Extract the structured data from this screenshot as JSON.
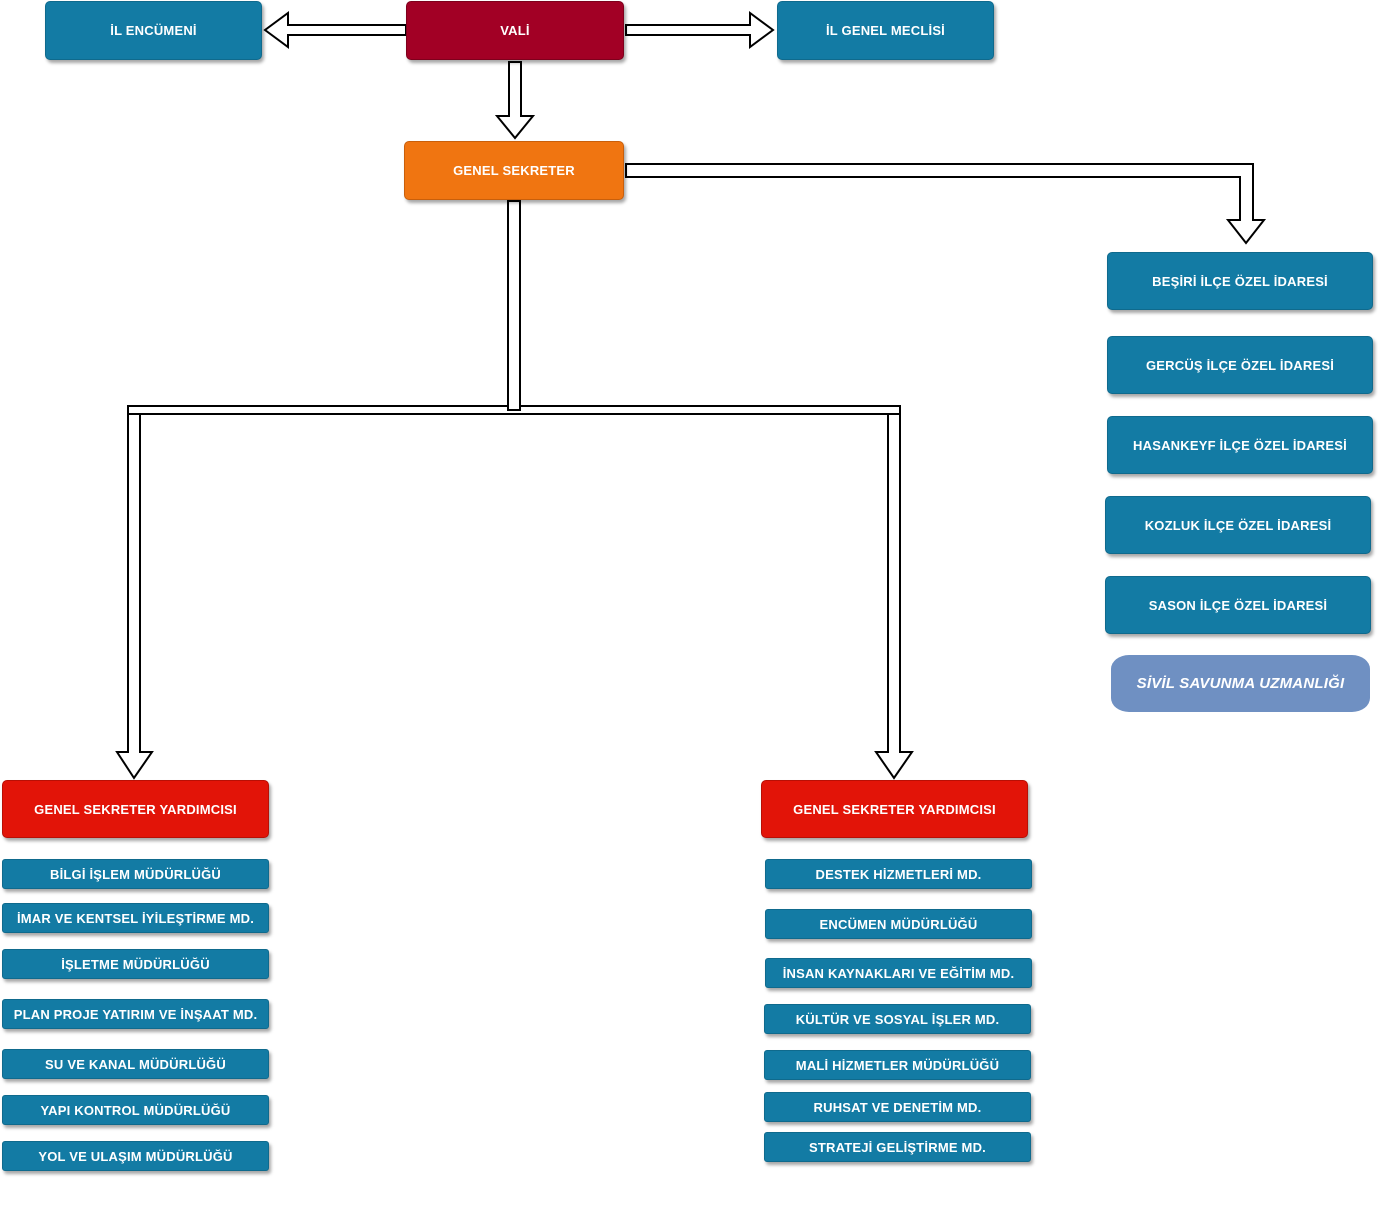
{
  "top": {
    "left": "İL ENCÜMENİ",
    "center": "VALİ",
    "right": "İL GENEL MECLİSİ"
  },
  "secretary": "GENEL SEKRETER",
  "district_offices": [
    "BEŞİRİ İLÇE ÖZEL İDARESİ",
    "GERCÜŞ İLÇE ÖZEL İDARESİ",
    "HASANKEYF İLÇE ÖZEL İDARESİ",
    "KOZLUK İLÇE ÖZEL İDARESİ",
    "SASON İLÇE ÖZEL İDARESİ"
  ],
  "civil_defense": "SİVİL SAVUNMA UZMANLIĞI",
  "left_branch": {
    "head": "GENEL SEKRETER YARDIMCISI",
    "units": [
      "BİLGİ İŞLEM MÜDÜRLÜĞÜ",
      "İMAR VE KENTSEL İYİLEŞTİRME MD.",
      "İŞLETME MÜDÜRLÜĞÜ",
      "PLAN PROJE YATIRIM VE İNŞAAT MD.",
      "SU VE KANAL MÜDÜRLÜĞÜ",
      "YAPI KONTROL MÜDÜRLÜĞÜ",
      "YOL VE ULAŞIM MÜDÜRLÜĞÜ"
    ]
  },
  "right_branch": {
    "head": "GENEL SEKRETER YARDIMCISI",
    "units": [
      "DESTEK HİZMETLERİ MD.",
      "ENCÜMEN MÜDÜRLÜĞÜ",
      "İNSAN KAYNAKLARI VE EĞİTİM MD.",
      "KÜLTÜR VE SOSYAL İŞLER MD.",
      "MALİ HİZMETLER MÜDÜRLÜĞÜ",
      "RUHSAT VE DENETİM MD.",
      "STRATEJİ GELİŞTİRME MD."
    ]
  },
  "colors": {
    "unit_blue": "#137ba4",
    "governor": "#a20025",
    "secretary": "#f07511",
    "deputy": "#e21408",
    "civil_defense": "#6f90c2"
  }
}
